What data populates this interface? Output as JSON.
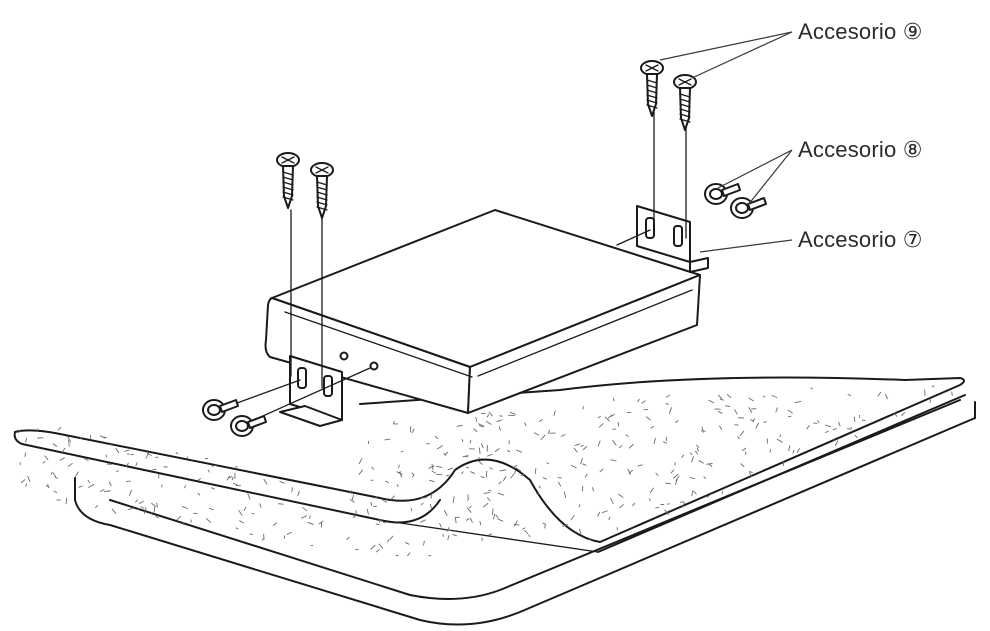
{
  "callouts": {
    "accessory_9": "Accesorio ⑨",
    "accessory_8": "Accesorio ⑧",
    "accessory_7": "Accesorio ⑦"
  },
  "colors": {
    "ink": "#1a1a1a",
    "paper": "#ffffff"
  },
  "icons": [
    "screw-icon",
    "bolt-icon",
    "bracket-icon"
  ]
}
